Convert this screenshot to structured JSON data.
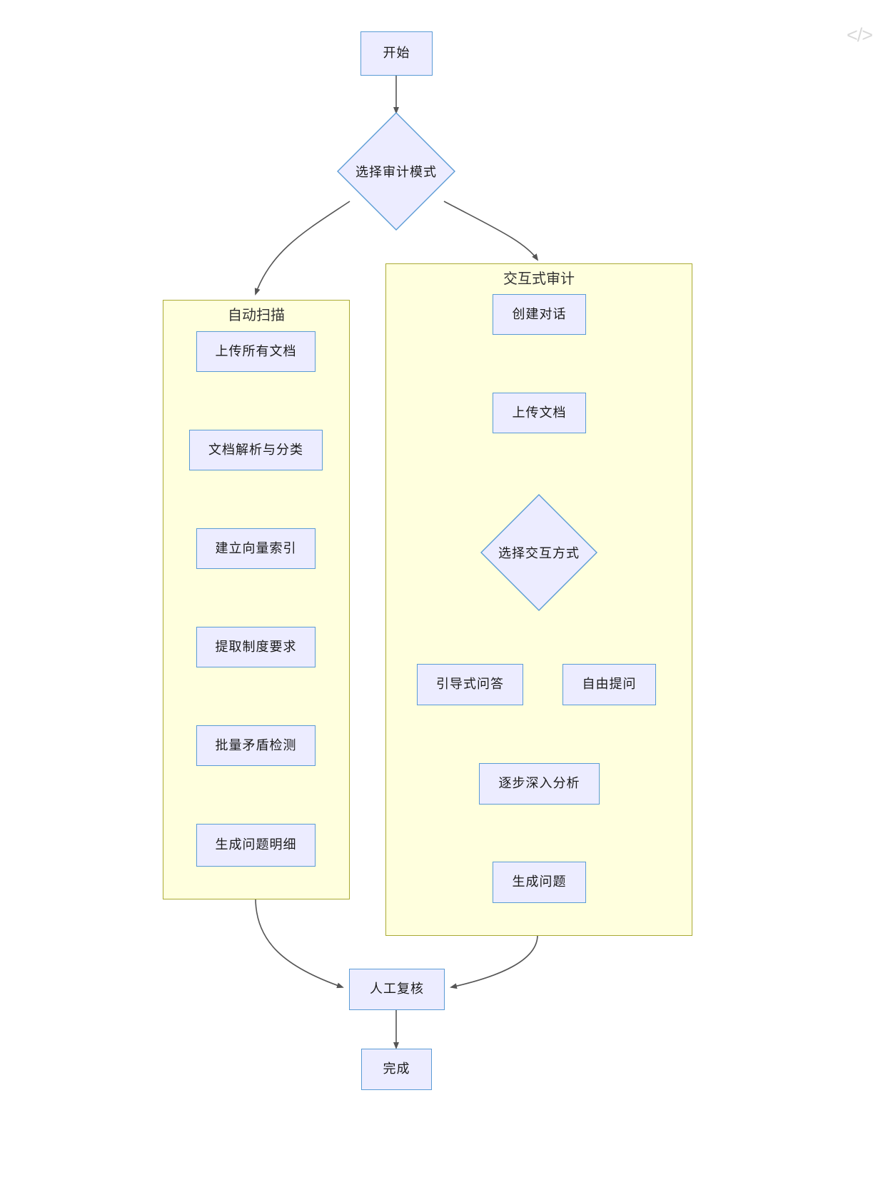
{
  "diagram": {
    "title_icon": "</>",
    "type": "flowchart",
    "nodes": {
      "start": "开始",
      "mode_decision": "选择审计模式",
      "upload_all": "上传所有文档",
      "parse_classify": "文档解析与分类",
      "vector_index": "建立向量索引",
      "extract_rules": "提取制度要求",
      "batch_conflict": "批量矛盾检测",
      "generate_detail": "生成问题明细",
      "create_chat": "创建对话",
      "upload_doc": "上传文档",
      "interaction_decision": "选择交互方式",
      "guided_qa": "引导式问答",
      "free_ask": "自由提问",
      "deep_analysis": "逐步深入分析",
      "generate_question": "生成问题",
      "manual_review": "人工复核",
      "finish": "完成"
    },
    "subgraphs": {
      "auto_scan": "自动扫描",
      "interactive_audit": "交互式审计"
    },
    "colors": {
      "node_fill": "#ececff",
      "node_stroke": "#5a9bd5",
      "subgraph_fill": "#ffffde",
      "subgraph_stroke": "#aaaa33",
      "edge_stroke": "#333333",
      "text": "#1a1a1a"
    }
  }
}
